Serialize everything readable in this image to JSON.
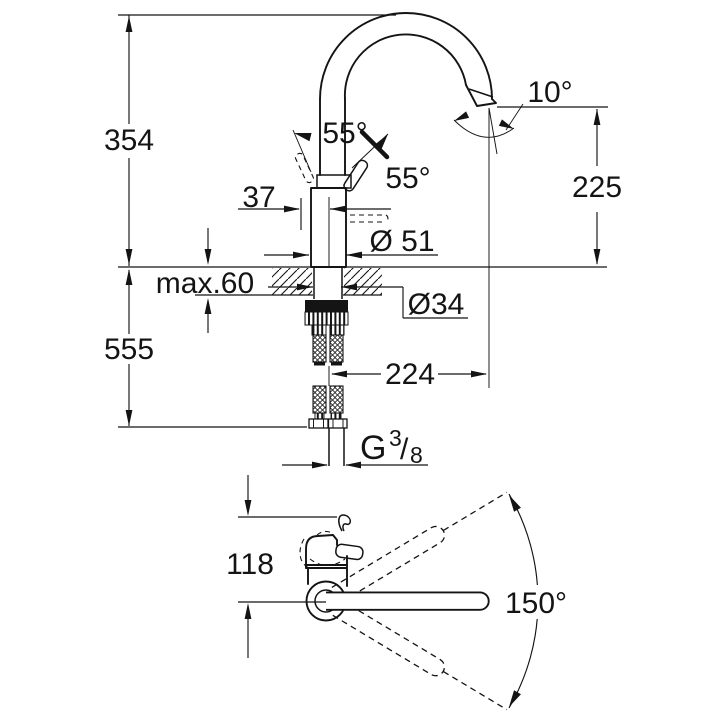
{
  "drawing": {
    "kind": "faucet installation technical drawing",
    "units": "mm",
    "line_color": "#141414",
    "background": "#ffffff"
  },
  "side_view": {
    "height_above_counter": "354",
    "height_below_counter_total": "555",
    "counter_thickness": "max.60",
    "handle_offset": "37",
    "handle_angle_left": "55°",
    "handle_angle_right": "55°",
    "outlet_angle": "10°",
    "outlet_height": "225",
    "body_diameter": "Ø 51",
    "shank_diameter": "Ø34",
    "spout_reach": "224",
    "thread_letter": "G",
    "thread_numerator": "3",
    "thread_slash": "/",
    "thread_denominator": "8"
  },
  "plan_view": {
    "body_depth": "118",
    "swivel_angle": "150°"
  }
}
